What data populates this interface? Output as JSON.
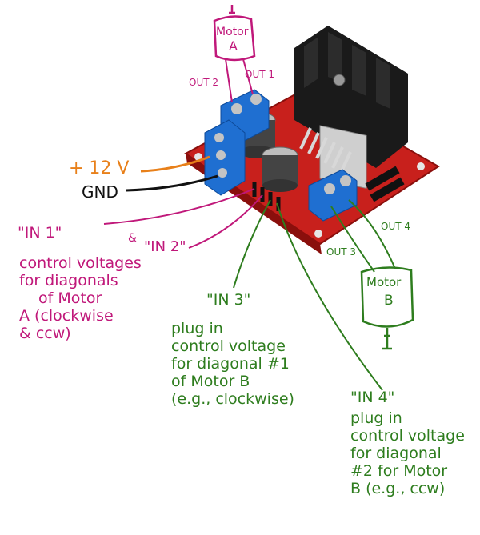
{
  "motor_a": {
    "line1": "Motor",
    "line2": "A",
    "out2": "OUT 2",
    "out1": "OUT 1"
  },
  "motor_b": {
    "line1": "Motor",
    "line2": "B",
    "out3": "OUT 3",
    "out4": "OUT 4"
  },
  "power": {
    "plus12v": "+ 12 V",
    "gnd": "GND"
  },
  "in1_label": "\"IN 1\"",
  "in_ampersand": "&",
  "in2_label": "\"IN 2\"",
  "in12_desc": [
    "control voltages",
    "for diagonals",
    "of Motor",
    "A (clockwise",
    "& ccw)"
  ],
  "in3_label": "\"IN 3\"",
  "in3_desc": [
    "plug in",
    "control voltage",
    "for diagonal #1",
    "of Motor B",
    "(e.g., clockwise)"
  ],
  "in4_label": "\"IN 4\"",
  "in4_desc": [
    "plug in",
    "control voltage",
    "for diagonal",
    "#2 for Motor",
    "B (e.g., ccw)"
  ],
  "colors": {
    "magenta": "#c0187a",
    "green": "#2e7d1e",
    "orange": "#e8801a",
    "black": "#111111",
    "board": "#c8201c",
    "terminal": "#1f6fd1",
    "heatsink": "#1a1a1a"
  }
}
